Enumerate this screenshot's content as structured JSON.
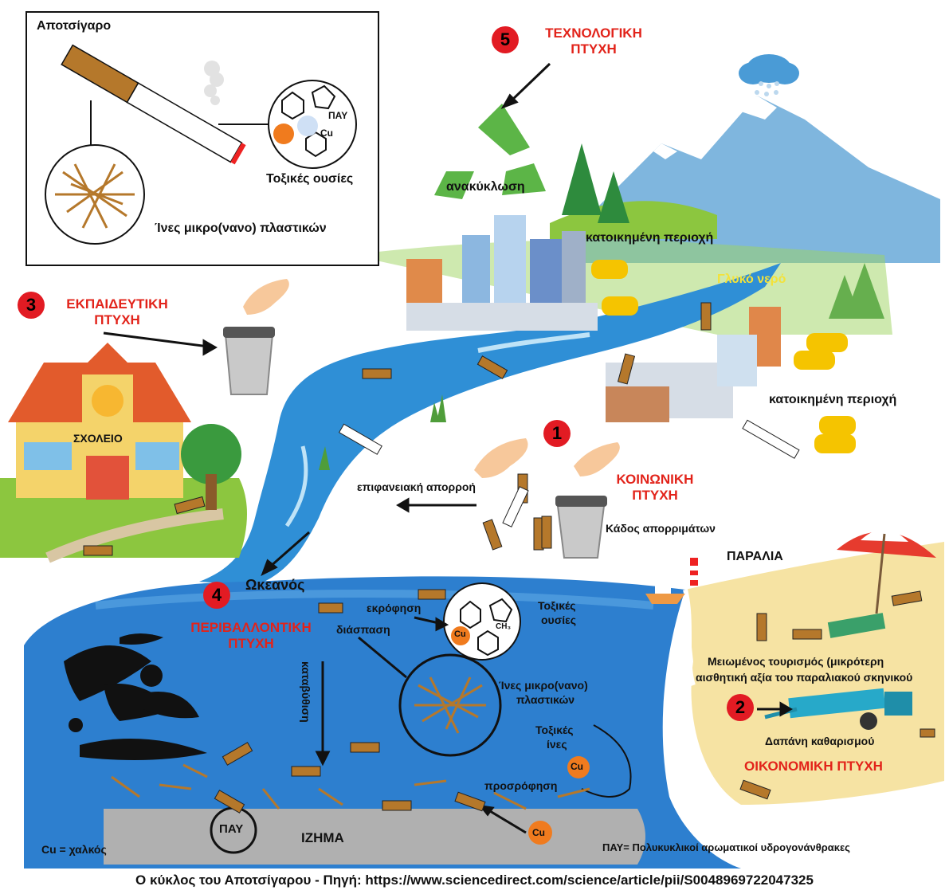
{
  "inset": {
    "cigarette_label": "Αποτσίγαρο",
    "pah_label": "ΠΑΥ",
    "cu_label": "Cu",
    "toxic_label": "Τοξικές ουσίες",
    "fibers_label": "Ίνες μικρο(νανο) πλαστικών"
  },
  "aspects": {
    "social": {
      "number": "1",
      "line1": "ΚΟΙΝΩΝΙΚΗ",
      "line2": "ΠΤΥΧΗ"
    },
    "economic": {
      "number": "2",
      "title": "ΟΙΚΟΝΟΜΙΚΗ ΠΤΥΧΗ"
    },
    "educational": {
      "number": "3",
      "line1": "ΕΚΠΑΙΔΕΥΤΙΚΗ",
      "line2": "ΠΤΥΧΗ"
    },
    "environmental": {
      "number": "4",
      "line1": "ΠΕΡΙΒΑΛΛΟΝΤΙΚΗ",
      "line2": "ΠΤΥΧΗ"
    },
    "technological": {
      "number": "5",
      "line1": "ΤΕΧΝΟΛΟΓΙΚΗ",
      "line2": "ΠΤΥΧΗ"
    }
  },
  "labels": {
    "recycling": "ανακύκλωση",
    "residential1": "κατοικημένη περιοχή",
    "residential2": "κατοικημένη περιοχή",
    "fresh_water": "Γλυκό νερό",
    "school": "ΣΧΟΛΕΙΟ",
    "runoff": "επιφανειακή απορροή",
    "bin": "Κάδος απορριμάτων",
    "beach": "ΠΑΡΑΛΙΑ",
    "ocean": "Ωκεανός",
    "leaching": "εκρόφηση",
    "degradation": "διάσπαση",
    "toxic_line1": "Τοξικές",
    "toxic_line2": "ουσίες",
    "sinking": "καταβύθιση",
    "fibers_line1": "Ίνες μικρο(νανο)",
    "fibers_line2": "πλαστικών",
    "toxic_fibers_line1": "Τοξικές",
    "toxic_fibers_line2": "ίνες",
    "sorption": "προσρόφηση",
    "sediment": "ΙΖΗΜΑ",
    "pah_circle": "ΠΑΥ",
    "cu_small": "Cu",
    "cu_small2": "Cu",
    "cu_small3": "Cu",
    "cu_legend": "Cu = χαλκός",
    "pah_legend": "ΠΑΥ= Πολυκυκλικοί αρωματικοί υδρογονάνθρακες",
    "tourism_line1": "Μειωμένος τουρισμός (μικρότερη",
    "tourism_line2": "αισθητική αξία του παραλιακού σκηνικού",
    "cleanup": "Δαπάνη καθαρισμού",
    "ch3": "CH₃"
  },
  "caption": "Ο κύκλος του Αποτσίγαρου - Πηγή: https://www.sciencedirect.com/science/article/pii/S0048969722047325",
  "colors": {
    "aspect_red": "#e2231a",
    "river_blue": "#2f8fd6",
    "ocean_blue": "#2d7fcf",
    "sand": "#f6e3a3",
    "grass": "#7fc14a",
    "filter_brown": "#b5782b"
  }
}
